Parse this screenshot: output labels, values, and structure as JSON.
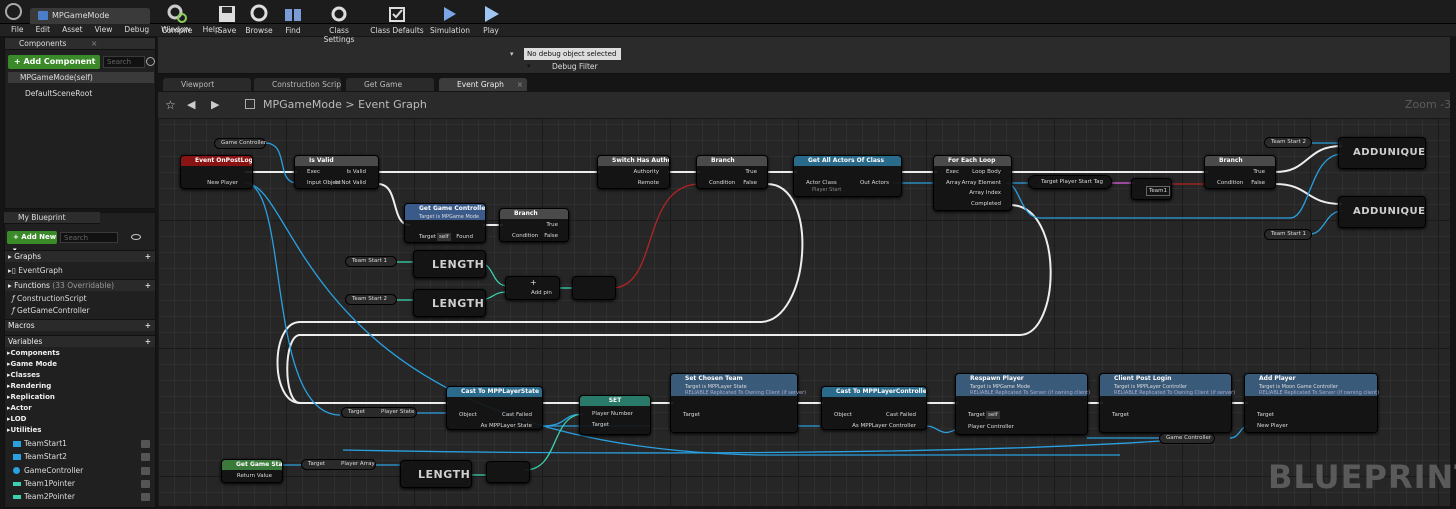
{
  "window": {
    "tab_title": "MPGameMode"
  },
  "menu": [
    "File",
    "Edit",
    "Asset",
    "View",
    "Debug",
    "Window",
    "Help"
  ],
  "components": {
    "title": "Components",
    "add_label": "+ Add Component ▾",
    "search_placeholder": "Search",
    "items": [
      "MPGameMode(self)",
      "DefaultSceneRoot"
    ]
  },
  "myblueprint": {
    "title": "My Blueprint",
    "add_label": "+ Add New ▾",
    "search_placeholder": "Search",
    "graphs_label": "Graphs",
    "graph_item": "EventGraph",
    "functions_label": "Functions",
    "functions_count": "(33 Overridable)",
    "functions": [
      "ConstructionScript",
      "GetGameController"
    ],
    "macros_label": "Macros",
    "variables_label": "Variables",
    "categories": [
      "Components",
      "Game Mode",
      "Classes",
      "Rendering",
      "Replication",
      "Actor",
      "LOD",
      "Utilities"
    ],
    "vars": [
      {
        "name": "TeamStart1",
        "color": "#2aa0e0"
      },
      {
        "name": "TeamStart2",
        "color": "#2aa0e0"
      },
      {
        "name": "GameController",
        "color": "#2aa0e0"
      },
      {
        "name": "Team1Pointer",
        "color": "#3ad0b0"
      },
      {
        "name": "Team2Pointer",
        "color": "#3ad0b0"
      }
    ]
  },
  "toolbar": {
    "compile": "Compile",
    "save": "Save",
    "browse": "Browse",
    "find": "Find",
    "class_settings": "Class Settings",
    "class_defaults": "Class Defaults",
    "simulation": "Simulation",
    "play": "Play",
    "debug_select": "No debug object selected ▾",
    "debug_filter": "Debug Filter"
  },
  "graph_tabs": [
    "Viewport",
    "Construction Scrip",
    "Get Game Controlle",
    "Event Graph"
  ],
  "breadcrumb": {
    "root": "MPGameMode",
    "sep": ">",
    "current": "Event Graph"
  },
  "zoom": "Zoom -3",
  "watermark": "BLUEPRINT",
  "nodes": {
    "event_postlogin": {
      "title": "Event OnPostLogin",
      "pin": "New Player"
    },
    "gamecontroller_var1": "Game Controller",
    "isvalid": {
      "title": "Is Valid",
      "exec": "Exec",
      "input": "Input Object",
      "valid": "Is Valid",
      "notvalid": "Is Not Valid"
    },
    "getgc": {
      "title": "Get Game Controller",
      "sub": "Target is MPGame Mode",
      "target": "Target",
      "self": "self",
      "found": "Found"
    },
    "branch_small": {
      "title": "Branch",
      "cond": "Condition",
      "t": "True",
      "f": "False"
    },
    "switch_auth": {
      "title": "Switch Has Authority",
      "a": "Authority",
      "r": "Remote"
    },
    "branch1": {
      "title": "Branch",
      "cond": "Condition",
      "t": "True",
      "f": "False"
    },
    "getallactors": {
      "title": "Get All Actors Of Class",
      "ac": "Actor Class",
      "acv": "Player Start",
      "out": "Out Actors"
    },
    "foreach": {
      "title": "For Each Loop",
      "exec": "Exec",
      "arr": "Array",
      "body": "Loop Body",
      "elem": "Array Element",
      "idx": "Array Index",
      "done": "Completed"
    },
    "playerstarttag": {
      "target": "Target",
      "out": "Player Start Tag"
    },
    "eqnode": "Team1",
    "branch2": {
      "title": "Branch",
      "cond": "Condition",
      "t": "True",
      "f": "False"
    },
    "teamstart2_var": "Team Start 2",
    "teamstart1_var": "Team Start 1",
    "addunique": "ADDUNIQUE",
    "ts1": "Team Start 1",
    "ts2": "Team Start 2",
    "length": "LENGTH",
    "addpin": "Add pin",
    "plus": "+",
    "castps": {
      "title": "Cast To MPPLayerState",
      "obj": "Object",
      "failed": "Cast Failed",
      "as": "As MPPLayer State"
    },
    "ps_get": {
      "target": "Target",
      "out": "Player State"
    },
    "setnode": {
      "title": "SET",
      "pn": "Player Number",
      "target": "Target"
    },
    "setteam": {
      "title": "Set Chosen Team",
      "s1": "Target is MPPLayer State",
      "s2": "RELIABLE Replicated To Owning Client (if server)",
      "target": "Target"
    },
    "castpc": {
      "title": "Cast To MPPLayerController",
      "obj": "Object",
      "failed": "Cast Failed",
      "as": "As MPPLayer Controller"
    },
    "respawn": {
      "title": "Respawn Player",
      "s1": "Target is MPGame Mode",
      "s2": "RELIABLE Replicated To Server (if owning client)",
      "target": "Target",
      "self": "self",
      "pc": "Player Controller"
    },
    "clientpost": {
      "title": "Client Post Login",
      "s1": "Target is MPPLayer Controller",
      "s2": "RELIABLE Replicated To Owning Client (if server)",
      "target": "Target"
    },
    "addplayer": {
      "title": "Add Player",
      "s1": "Target is Moon Game Controller",
      "s2": "RELIABLE Replicated To Server (if owning client)",
      "target": "Target",
      "np": "New Player"
    },
    "gamecontroller_var2": "Game Controller",
    "getgamestate": {
      "title": "Get Game State",
      "rv": "Return Value"
    },
    "playerarray": {
      "target": "Target",
      "out": "Player Array"
    }
  }
}
